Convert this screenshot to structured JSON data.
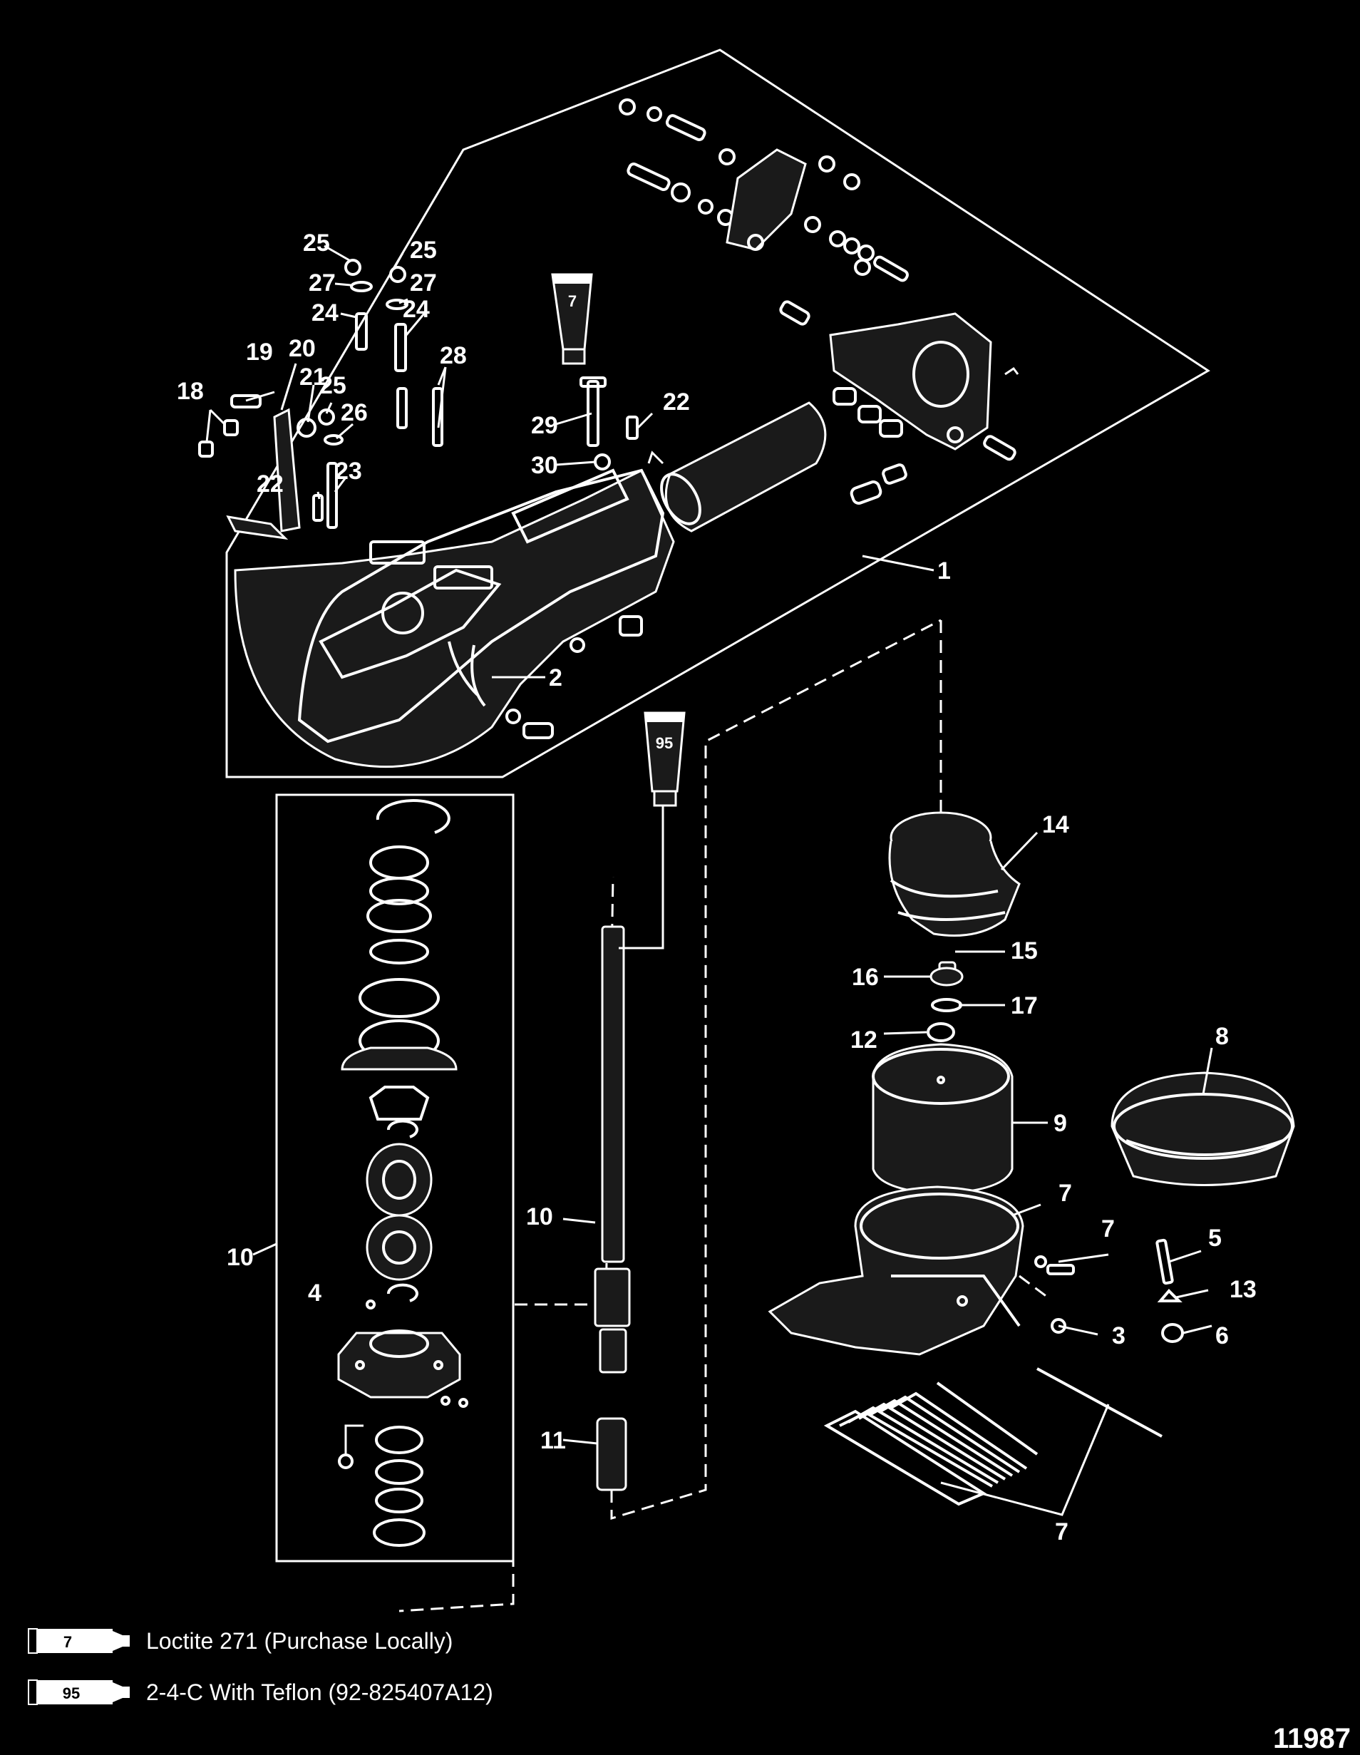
{
  "callouts": {
    "c1": "1",
    "c2": "2",
    "c3": "3",
    "c4": "4",
    "c5": "5",
    "c6": "6",
    "c7": "7",
    "c8": "8",
    "c9": "9",
    "c10": "10",
    "c11": "11",
    "c12": "12",
    "c13": "13",
    "c14": "14",
    "c15": "15",
    "c16": "16",
    "c17": "17",
    "c18": "18",
    "c19": "19",
    "c20": "20",
    "c21": "21",
    "c22": "22",
    "c23": "23",
    "c24": "24",
    "c25": "25",
    "c26": "26",
    "c27": "27",
    "c28": "28",
    "c29": "29",
    "c30": "30"
  },
  "tubes": {
    "loctite_tag": "7",
    "teflon_tag": "95"
  },
  "legend": [
    {
      "tag": "7",
      "text": "Loctite 271 (Purchase Locally)"
    },
    {
      "tag": "95",
      "text": "2-4-C  With Teflon (92-825407A12)"
    }
  ],
  "reference_number": "11987"
}
